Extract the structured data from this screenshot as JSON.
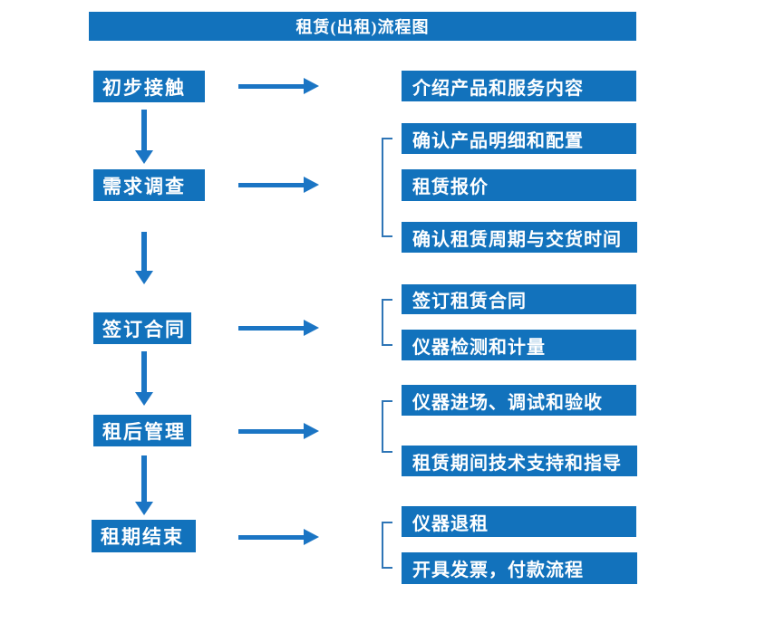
{
  "title": "租赁(出租)流程图",
  "colors": {
    "box_blue": "#1272bc",
    "arrow_blue": "#1b75c4",
    "bracket_blue": "#2e75b6",
    "text_white": "#ffffff"
  },
  "steps": [
    {
      "label": "初步接触"
    },
    {
      "label": "需求调查"
    },
    {
      "label": "签订合同"
    },
    {
      "label": "租后管理"
    },
    {
      "label": "租期结束"
    }
  ],
  "details": [
    {
      "label": "介绍产品和服务内容"
    },
    {
      "label": "确认产品明细和配置"
    },
    {
      "label": "租赁报价"
    },
    {
      "label": "确认租赁周期与交货时间"
    },
    {
      "label": "签订租赁合同"
    },
    {
      "label": "仪器检测和计量"
    },
    {
      "label": "仪器进场、调试和验收"
    },
    {
      "label": "租赁期间技术支持和指导"
    },
    {
      "label": "仪器退租"
    },
    {
      "label": "开具发票，付款流程"
    }
  ]
}
